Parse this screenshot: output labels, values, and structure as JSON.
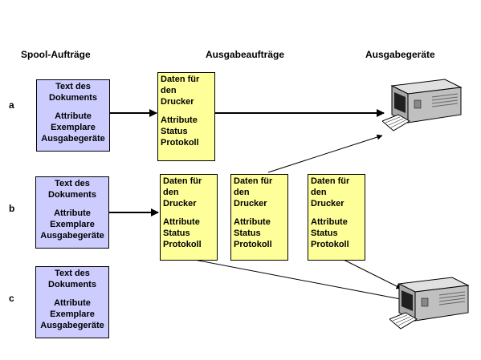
{
  "headers": {
    "spool": "Spool-Aufträge",
    "output_jobs": "Ausgabeaufträge",
    "devices": "Ausgabegeräte"
  },
  "rows": [
    "a",
    "b",
    "c"
  ],
  "spool_box": {
    "line1": "Text des",
    "line2": "Dokuments",
    "line3": "Attribute",
    "line4": "Exemplare",
    "line5": "Ausgabegeräte"
  },
  "job_box": {
    "line1": "Daten für",
    "line2": "den",
    "line3": "Drucker",
    "line4": "Attribute",
    "line5": "Status",
    "line6": "Protokoll"
  },
  "colors": {
    "spool_fill": "#ccccff",
    "job_fill": "#ffff99",
    "printer_body": "#c0c0c0"
  },
  "icons": [
    "printer-icon",
    "printer-icon"
  ]
}
